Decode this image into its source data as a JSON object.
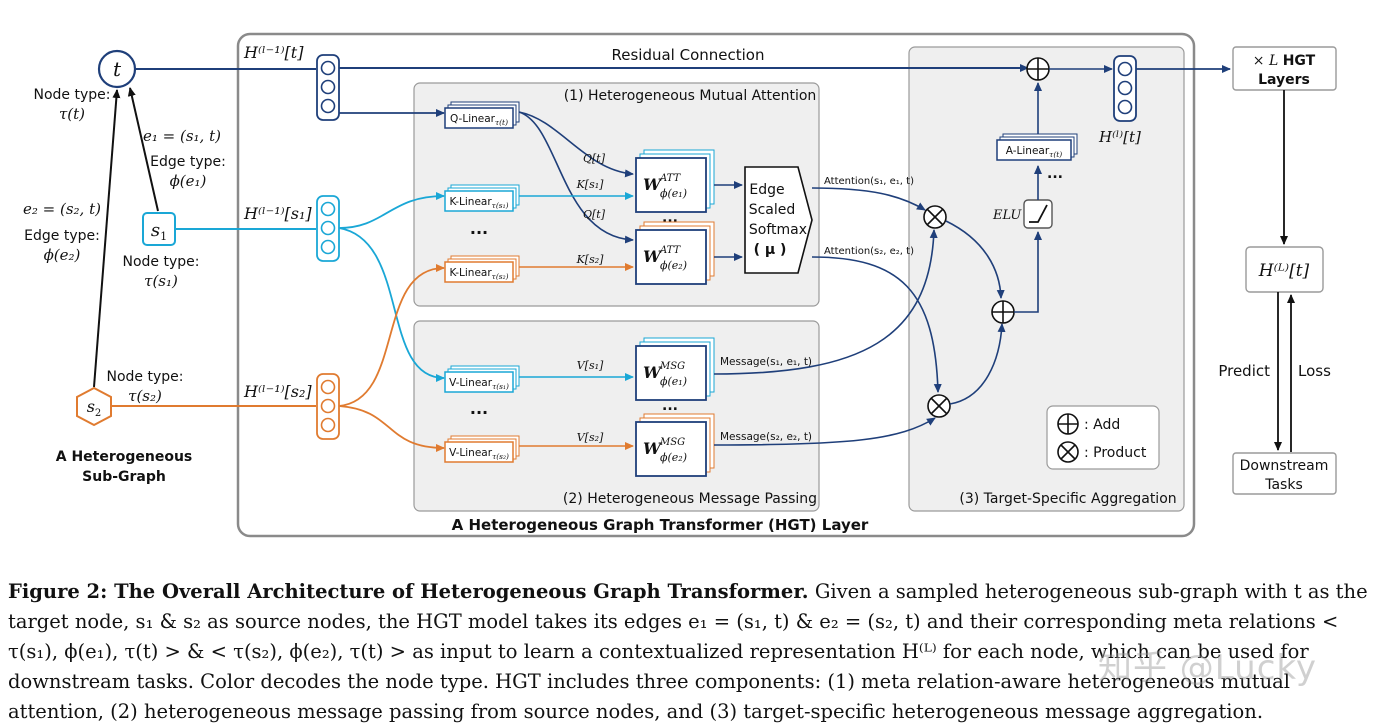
{
  "colors": {
    "blue": "#1f3f7a",
    "cyan": "#1aa7d6",
    "orange": "#e07b30",
    "panel": "#efefef",
    "panel_border": "#9a9a9a"
  },
  "graph": {
    "node_t": "t",
    "node_s1": "s",
    "node_s1_sub": "1",
    "node_s2": "s",
    "node_s2_sub": "2",
    "t_type_line1": "Node type:",
    "t_type_line2": "τ(t)",
    "e1_line1": "e₁ = (s₁, t)",
    "e1_line2": "Edge type:",
    "e1_line3": "ϕ(e₁)",
    "e2_line1": "e₂ = (s₂, t)",
    "e2_line2": "Edge type:",
    "e2_line3": "ϕ(e₂)",
    "s1_type_line1": "Node type:",
    "s1_type_line2": "τ(s₁)",
    "s2_type_line1": "Node type:",
    "s2_type_line2": "τ(s₂)",
    "title_line1": "A Heterogeneous",
    "title_line2": "Sub-Graph"
  },
  "hgt": {
    "layer_title": "A Heterogeneous Graph Transformer (HGT) Layer",
    "h_t": "H⁽ˡ⁻¹⁾[t]",
    "h_s1": "H⁽ˡ⁻¹⁾[s₁]",
    "h_s2": "H⁽ˡ⁻¹⁾[s₂]",
    "residual": "Residual Connection",
    "attention_title": "(1) Heterogeneous Mutual Attention",
    "message_title": "(2) Heterogeneous Message Passing",
    "aggregation_title": "(3) Target-Specific Aggregation",
    "q_linear": "Q-Linear",
    "q_linear_sub": "τ(t)",
    "k_linear1": "K-Linear",
    "k_linear1_sub": "τ(s₁)",
    "k_linear2": "K-Linear",
    "k_linear2_sub": "τ(s₂)",
    "v_linear1": "V-Linear",
    "v_linear1_sub": "τ(s₁)",
    "v_linear2": "V-Linear",
    "v_linear2_sub": "τ(s₂)",
    "dots": "...",
    "q_t": "Q[t]",
    "k_s1": "K[s₁]",
    "k_s2": "K[s₂]",
    "v_s1": "V[s₁]",
    "v_s2": "V[s₂]",
    "w_att": "W",
    "w_att_sup": "ATT",
    "w_att1_sub": "ϕ(e₁)",
    "w_att2_sub": "ϕ(e₂)",
    "w_msg": "W",
    "w_msg_sup": "MSG",
    "w_msg1_sub": "ϕ(e₁)",
    "w_msg2_sub": "ϕ(e₂)",
    "softmax_line1": "Edge",
    "softmax_line2": "Scaled",
    "softmax_line3": "Softmax",
    "softmax_line4": "( μ )",
    "attention1": "Attention(s₁, e₁, t)",
    "attention2": "Attention(s₂, e₂, t)",
    "message1": "Message(s₁, e₁, t)",
    "message2": "Message(s₂, e₂, t)",
    "a_linear": "A-Linear",
    "a_linear_sub": "τ(t)",
    "elu": "ELU",
    "h_out": "H⁽ˡ⁾[t]",
    "legend_add": ": Add",
    "legend_product": ": Product"
  },
  "right": {
    "layers_line1": "× L",
    "layers_bold1": "HGT",
    "layers_line2": "Layers",
    "h_final": "H⁽ᴸ⁾[t]",
    "predict": "Predict",
    "loss": "Loss",
    "downstream_line1": "Downstream",
    "downstream_line2": "Tasks"
  },
  "caption": {
    "label": "Figure 2: The Overall Architecture of Heterogeneous Graph Transformer.",
    "body": "Given a sampled heterogeneous sub-graph with t as the target node, s₁ & s₂ as source nodes, the HGT model takes its edges e₁ = (s₁, t) & e₂ = (s₂, t) and their corresponding meta relations < τ(s₁), ϕ(e₁), τ(t) > & < τ(s₂), ϕ(e₂), τ(t) > as input to learn a contextualized representation H⁽ᴸ⁾ for each node, which can be used for downstream tasks. Color decodes the node type. HGT includes three components: (1) meta relation-aware heterogeneous mutual attention, (2) heterogeneous message passing from source nodes, and (3) target-specific heterogeneous message aggregation."
  },
  "watermark": "知乎 @Lucky"
}
